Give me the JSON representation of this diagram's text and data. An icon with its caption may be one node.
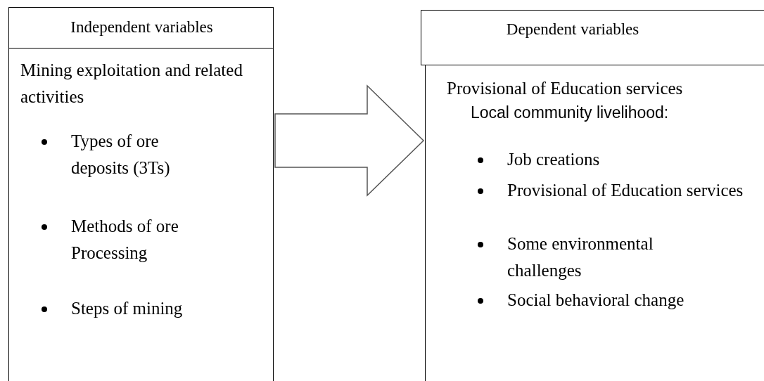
{
  "diagram": {
    "nodes": [
      {
        "text": [
          "Independent variables"
        ]
      },
      {
        "text": [
          "Mining exploitation and related activities",
          "Types of ore deposits (3Ts)",
          "Methods of ore Processing",
          "Steps of mining"
        ]
      },
      {
        "text": [
          "Dependent variables"
        ]
      },
      {
        "text": [
          "Provisional of Education services",
          "Local community livelihood:",
          "Job creations",
          "Provisional of Education services",
          "Some environmental challenges",
          "Social behavioral  change"
        ]
      }
    ],
    "edges": [
      {
        "from": 1,
        "to": 3,
        "arrow": "to"
      }
    ]
  }
}
